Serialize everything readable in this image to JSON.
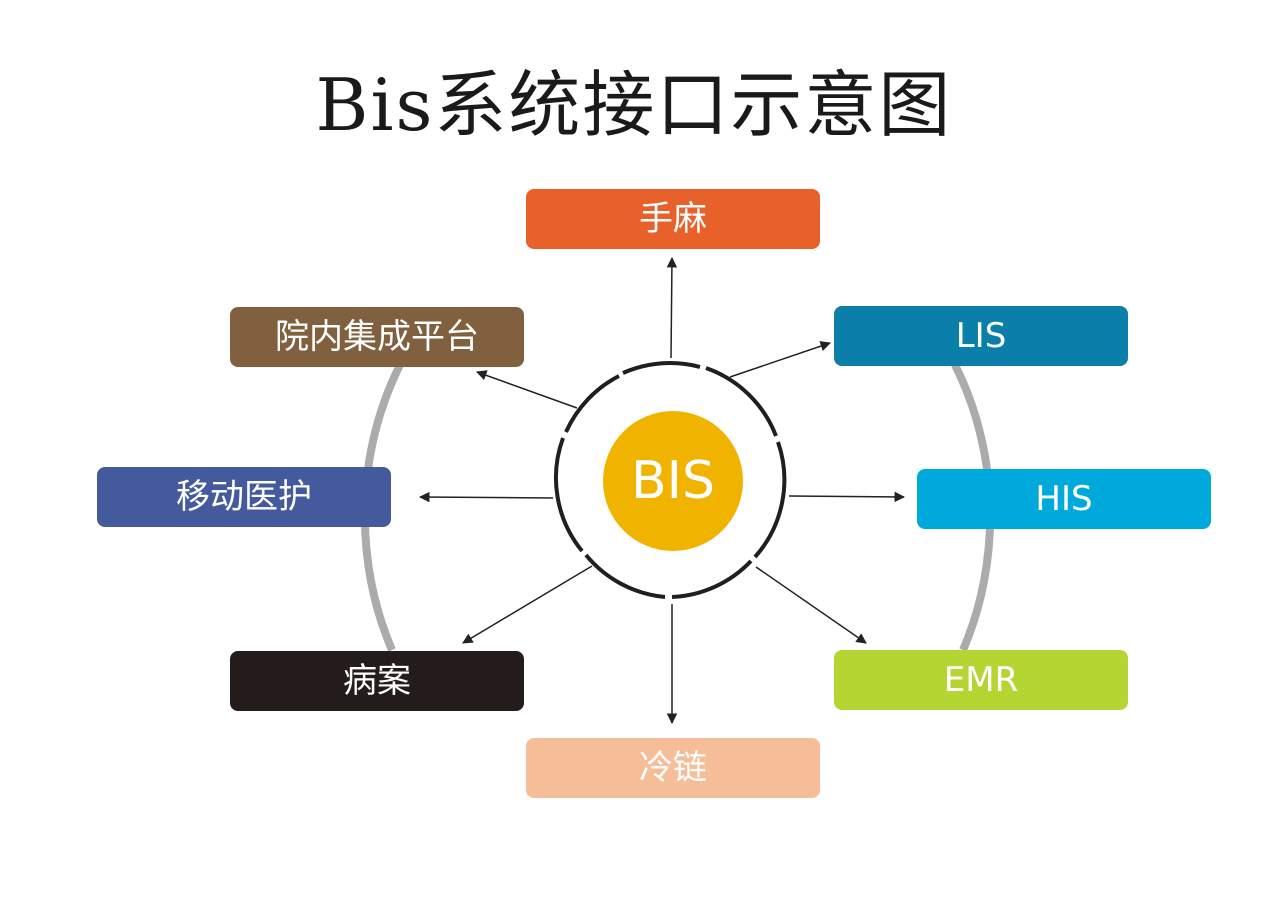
{
  "title": "Bis系统接口示意图",
  "center": {
    "label": "BIS",
    "color": "#F0B400"
  },
  "nodes": [
    {
      "id": "shouma",
      "label": "手麻",
      "color": "#E8602A"
    },
    {
      "id": "lis",
      "label": "LIS",
      "color": "#0A7FA9"
    },
    {
      "id": "his",
      "label": "HIS",
      "color": "#00A9DB"
    },
    {
      "id": "emr",
      "label": "EMR",
      "color": "#B5D532"
    },
    {
      "id": "lenglian",
      "label": "冷链",
      "color": "#F6BE98"
    },
    {
      "id": "bingan",
      "label": "病案",
      "color": "#231C1B"
    },
    {
      "id": "yidong",
      "label": "移动医护",
      "color": "#45599D"
    },
    {
      "id": "yuannei",
      "label": "院内集成平台",
      "color": "#80603F"
    }
  ]
}
